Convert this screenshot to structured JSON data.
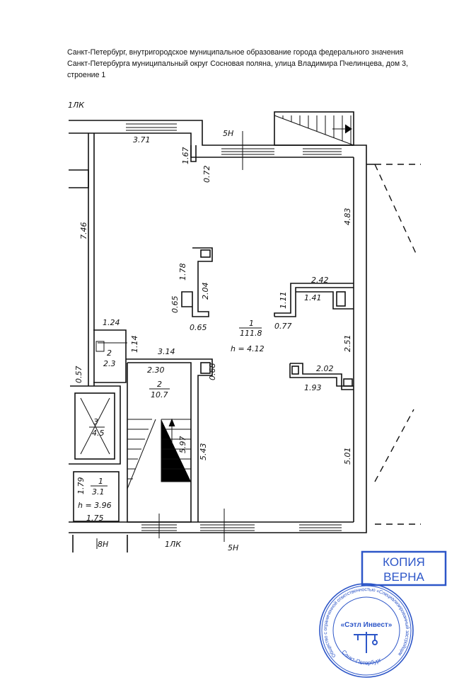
{
  "document": {
    "address_line1": "Санкт-Петербург, внутригородское муниципальное образование города федерального значения",
    "address_line2": "Санкт-Петербурга муниципальный округ Сосновая поляна, улица Владимира Пчелинцева, дом 3,",
    "address_line3": "строение 1"
  },
  "plan": {
    "wall_labels": {
      "top_left": "1ЛК",
      "top_window": "5Н",
      "bottom_left": "8Н",
      "bottom_mid": "1ЛК",
      "bottom_right": "5Н"
    },
    "dimensions": {
      "d371": "3.71",
      "d167": "1.67",
      "d072": "0.72",
      "d483": "4.83",
      "d746": "7.46",
      "d178": "1.78",
      "d204": "2.04",
      "d065a": "0.65",
      "d065b": "0.65",
      "d242": "2.42",
      "d111": "1.11",
      "d141": "1.41",
      "d077": "0.77",
      "d251": "2.51",
      "d202": "2.02",
      "d193": "1.93",
      "d501": "5.01",
      "d124": "1.24",
      "d114": "1.14",
      "d314": "3.14",
      "d068": "0.68",
      "d057": "0.57",
      "d230": "2.30",
      "d597": "5.97",
      "d543": "5.43",
      "d179": "1.79",
      "d175": "1.75"
    },
    "rooms": [
      {
        "number": "1",
        "area": "111.8",
        "height": "h = 4.12"
      },
      {
        "number": "2",
        "area": "10.7"
      },
      {
        "number": "2",
        "area": "2.3"
      },
      {
        "number": "3",
        "area": "4.5"
      },
      {
        "number": "1",
        "area": "3.1",
        "height": "h = 3.96"
      }
    ]
  },
  "stamps": {
    "copy_stamp_line1": "КОПИЯ",
    "copy_stamp_line2": "ВЕРНА",
    "seal_outer": "Общество с ограниченной ответственностью «Специализированный застройщик",
    "seal_center": "«Сэтл Инвест»",
    "seal_bottom": "Санкт-Петербург",
    "color": "#2d56c8"
  }
}
